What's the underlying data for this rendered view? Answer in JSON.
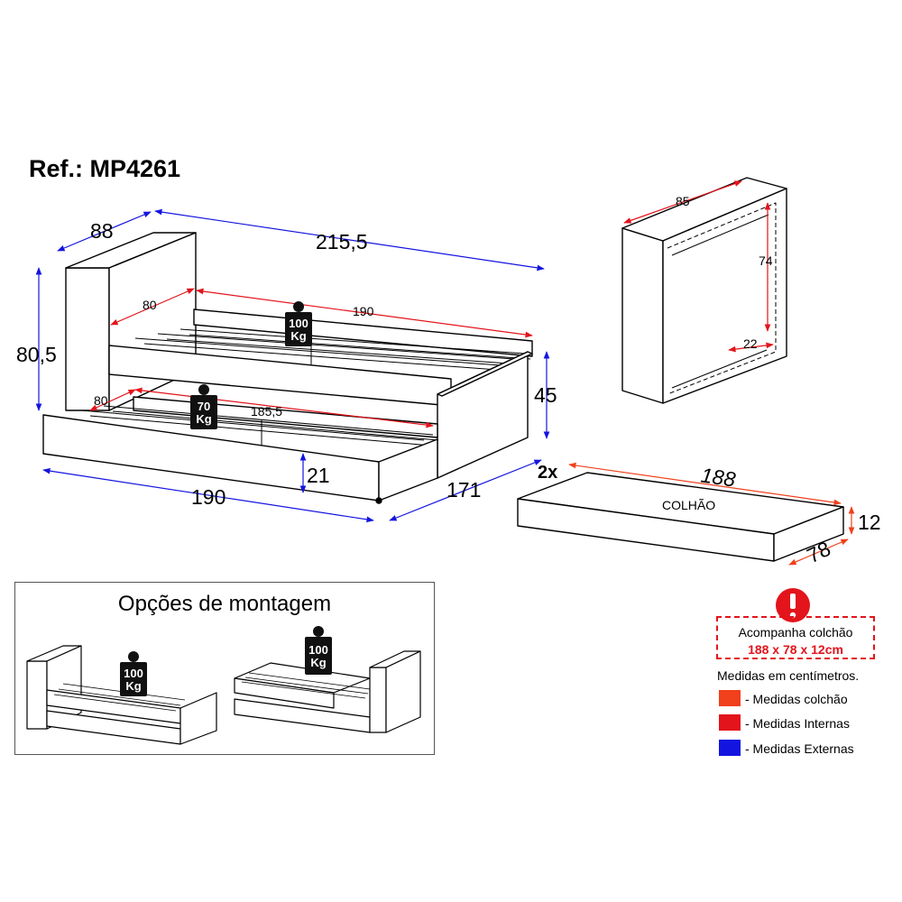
{
  "header": {
    "ref": "Ref.: MP4261"
  },
  "main_bed": {
    "dims": {
      "depth": "88",
      "length": "215,5",
      "height": "80,5",
      "inner_width_upper": "80",
      "inner_length_upper": "190",
      "inner_width_lower": "80",
      "inner_length_lower": "185,5",
      "side_height": "45",
      "drawer_height": "21",
      "lower_length": "190",
      "lower_depth": "171"
    },
    "weights": [
      {
        "value": "100",
        "unit": "Kg"
      },
      {
        "value": "70",
        "unit": "Kg"
      }
    ]
  },
  "headboard": {
    "dims": {
      "width": "85",
      "height": "74",
      "depth": "22"
    }
  },
  "mattress": {
    "quantity": "2x",
    "label": "COLHÃO",
    "length": "188",
    "width": "78",
    "height": "12"
  },
  "options": {
    "title": "Opções de montagem",
    "weights": [
      {
        "value": "100",
        "unit": "Kg"
      },
      {
        "value": "100",
        "unit": "Kg"
      }
    ]
  },
  "notice": {
    "icon": "warning-icon",
    "line1": "Acompanha colchão",
    "line2": "188 x 78 x 12cm"
  },
  "legend": {
    "title": "Medidas em centímetros.",
    "items": [
      {
        "label": "- Medidas colchão",
        "color": "#f0401c"
      },
      {
        "label": "- Medidas Internas",
        "color": "#e3141b"
      },
      {
        "label": "- Medidas Externas",
        "color": "#1414e0"
      }
    ]
  }
}
